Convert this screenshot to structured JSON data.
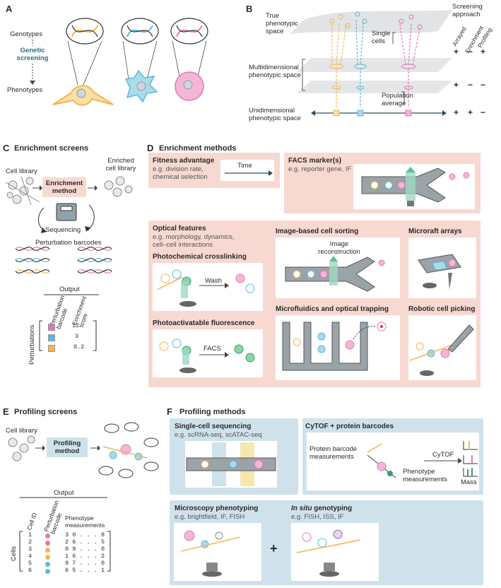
{
  "panelA": {
    "letter": "A",
    "genotypes": "Genotypes",
    "genetic_screening": "Genetic\nscreening",
    "phenotypes": "Phenotypes"
  },
  "panelB": {
    "letter": "B",
    "true_space": "True\nphenotypic\nspace",
    "multi_space": "Multidimensional\nphenotypic space",
    "uni_space": "Unidimensional\nphenotypic space",
    "single_cells": "Single\ncells",
    "population_average": "Population\naverage",
    "screening_approach": "Screening\napproach",
    "columns": [
      "Arrayed",
      "Enrichment",
      "Profiling"
    ],
    "rows": [
      [
        "+",
        "−",
        "+"
      ],
      [
        "+",
        "−",
        "−"
      ],
      [
        "+",
        "+",
        "−"
      ]
    ]
  },
  "panelC": {
    "letter": "C",
    "title": "Enrichment screens",
    "cell_library": "Cell library",
    "enrichment_method": "Enrichment\nmethod",
    "enriched_library": "Enriched\ncell library",
    "sequencing": "Sequencing",
    "perturbation_barcodes": "Perturbation barcodes",
    "output": "Output",
    "col_barcode": "Perturbation\nbarcode",
    "col_score": "Enrichment\nscore",
    "row_label": "Perturbations",
    "scores": [
      "12",
      "3",
      "0.2"
    ],
    "colors": [
      "#e377b3",
      "#59b9d8",
      "#f2b64f"
    ]
  },
  "panelD": {
    "letter": "D",
    "title": "Enrichment methods",
    "fitness_title": "Fitness advantage",
    "fitness_sub": "e.g. division rate,\nchemical selection",
    "time": "Time",
    "facs_title": "FACS marker(s)",
    "facs_sub": "e.g. reporter gene, IF",
    "optical_title": "Optical features",
    "optical_sub": "e.g. morphology, dynamics,\ncell–cell interactions",
    "photochem_title": "Photochemical crosslinking",
    "wash": "Wash",
    "photoact_title": "Photoactivatable fluorescence",
    "facs": "FACS",
    "image_sort_title": "Image-based cell sorting",
    "image_recon": "Image\nreconstruction",
    "microraft_title": "Microraft arrays",
    "microfluid_title": "Microfluidics and optical trapping",
    "robotic_title": "Robotic cell picking"
  },
  "panelE": {
    "letter": "E",
    "title": "Profiling screens",
    "cell_library": "Cell library",
    "profiling_method": "Profiling\nmethod",
    "output": "Output",
    "col_cell_id": "Cell ID",
    "col_barcode": "Perturbation\nbarcode",
    "col_pheno": "Phenotype\nmeasurements",
    "row_label": "Cells",
    "rows": [
      {
        "id": "1",
        "color": "#e377b3",
        "vals": "3 0 . . . 8"
      },
      {
        "id": "2",
        "color": "#e377b3",
        "vals": "2 6 . . . 5"
      },
      {
        "id": "3",
        "color": "#f2b64f",
        "vals": "0 9 . . . 0"
      },
      {
        "id": "4",
        "color": "#f2b64f",
        "vals": "1 6 . . . 2"
      },
      {
        "id": "5",
        "color": "#59b9d8",
        "vals": "9 7 . . . 0"
      },
      {
        "id": "6",
        "color": "#59b9d8",
        "vals": "6 5 . . . 1"
      }
    ]
  },
  "panelF": {
    "letter": "F",
    "title": "Profiling methods",
    "sc_title": "Single-cell sequencing",
    "sc_sub": "e.g. scRNA-seq, scATAC-seq",
    "cytof_title": "CyTOF + protein barcodes",
    "protein_barcode": "Protein barcode\nmeasurements",
    "cytof": "CyTOF",
    "phenotype_meas": "Phenotype\nmeasurements",
    "mass": "Mass",
    "micro_title": "Microscopy phenotyping",
    "micro_sub": "e.g. brightfield, IF, FISH",
    "plus": "+",
    "insitu_title_a": "In situ",
    "insitu_title_b": " genotyping",
    "insitu_sub": "e.g. FISH, ISS, IF"
  }
}
